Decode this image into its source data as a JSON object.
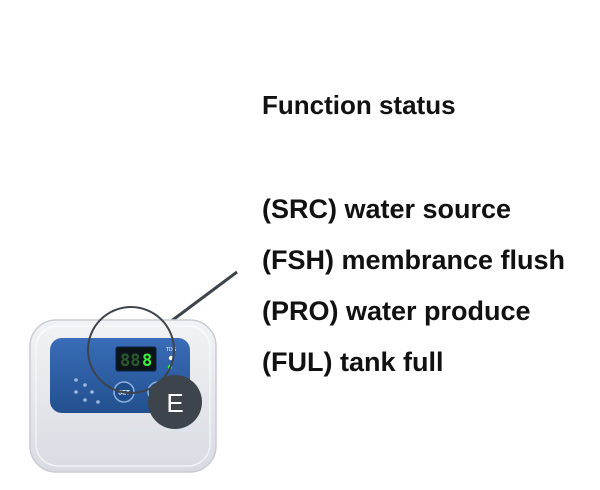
{
  "heading": "Function status",
  "status_items": [
    "(SRC) water source",
    "(FSH) membrance flush",
    "(PRO) water produce",
    "(FUL) tank full"
  ],
  "device": {
    "display_digit": "8",
    "display_dim_digits": "88",
    "tds_label": "TDS",
    "set_label": "SET",
    "callout_letter": "E"
  },
  "colors": {
    "text": "#111111",
    "panel_blue": "#2d5fa8",
    "display_green": "#3cf03c",
    "callout_badge": "#3d444c",
    "device_body": "#e6e8ee"
  }
}
